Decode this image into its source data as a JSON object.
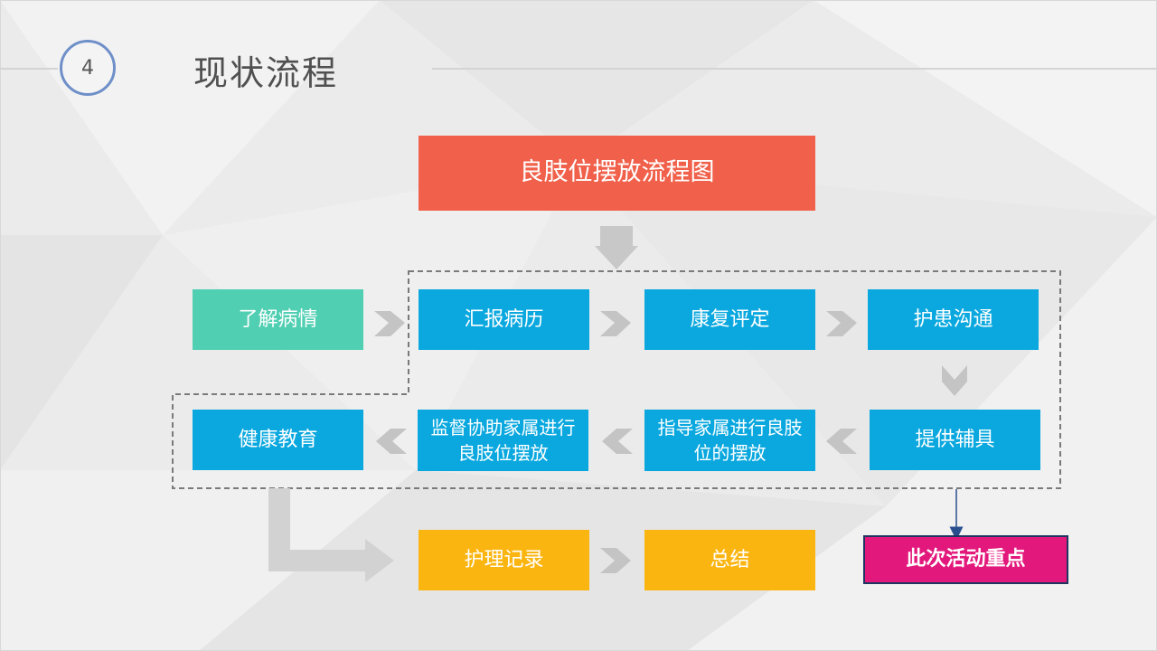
{
  "slide": {
    "number": "4",
    "title": "现状流程"
  },
  "flowchart": {
    "title": "良肢位摆放流程图",
    "row1": [
      "了解病情",
      "汇报病历",
      "康复评定",
      "护患沟通"
    ],
    "row2": [
      "健康教育",
      "监督协助家属进行良肢位摆放",
      "指导家属进行良肢位的摆放",
      "提供辅具"
    ],
    "row3": [
      "护理记录",
      "总结"
    ],
    "focus_label": "此次活动重点"
  },
  "colors": {
    "title_box": "#f0604a",
    "teal": "#50cfb2",
    "blue": "#0aa8df",
    "amber": "#fbb510",
    "focus": "#e3187c",
    "arrow": "#c8c8c8"
  }
}
